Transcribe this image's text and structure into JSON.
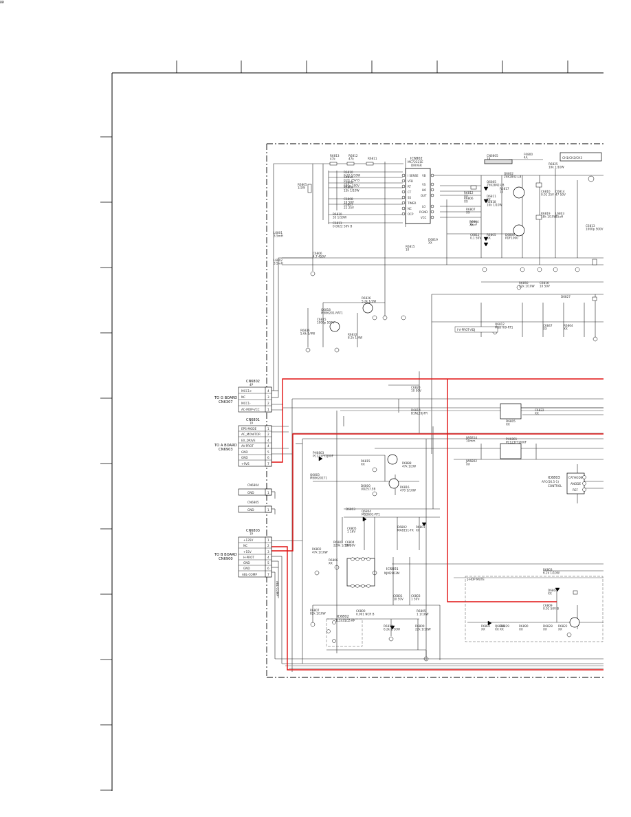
{
  "connectors": {
    "cn6802": {
      "ref": "CN6802",
      "pins_label": "4P",
      "board": "TO G BOARD",
      "board_ref": "CN6307",
      "pins": [
        {
          "name": "MCC1+",
          "num": "4"
        },
        {
          "name": "NC",
          "num": "3"
        },
        {
          "name": "MCC1-",
          "num": "2"
        },
        {
          "name": "AC-MOP-VCC",
          "num": "1"
        }
      ]
    },
    "cn6801": {
      "ref": "CN6801",
      "pins_label": "7P",
      "board": "TO A BOARD",
      "board_ref": "CN6903",
      "pins": [
        {
          "name": "EPS-MODE",
          "num": "1"
        },
        {
          "name": "AC_MONITOR",
          "num": "2"
        },
        {
          "name": "EX_DRIVE",
          "num": "4"
        },
        {
          "name": "AV-PROT",
          "num": "4"
        },
        {
          "name": "GND",
          "num": "5"
        },
        {
          "name": "GND",
          "num": "6"
        },
        {
          "name": "+9VS",
          "num": "7"
        }
      ]
    },
    "cn6804": {
      "ref": "CN6804",
      "pins": [
        {
          "name": "GND",
          "num": "1"
        }
      ]
    },
    "cn6805": {
      "ref": "CN6805",
      "pins": [
        {
          "name": "GND",
          "num": "1"
        }
      ]
    },
    "cn6803": {
      "ref": "CN6803",
      "pins_label": "7P",
      "board": "TO B BOARD",
      "board_ref": "CN6900",
      "pins": [
        {
          "name": "+135V",
          "num": "1"
        },
        {
          "name": "NC",
          "num": "2"
        },
        {
          "name": "+15V",
          "num": "3"
        },
        {
          "name": "H-PROT",
          "num": "4"
        },
        {
          "name": "GND",
          "num": "5"
        },
        {
          "name": "GND",
          "num": "6"
        },
        {
          "name": "ABL-COMP",
          "num": "7"
        }
      ]
    }
  },
  "ics": {
    "ic6802": {
      "ref": "IC6802",
      "part": "MC72221E",
      "desc": "DRIVER",
      "left_pins": [
        "I SENSE",
        "VFB",
        "RT",
        "CT",
        "SS",
        "TIMER",
        "NC",
        "OCP"
      ],
      "right_pins": [
        "VB",
        "VS",
        "HO",
        "OUT",
        "LO",
        "P.GND",
        "VCC"
      ]
    },
    "ic6803": {
      "ref": "IC6803",
      "part": "AFC(56.5-1)",
      "desc": "CONTROL"
    },
    "ic6801": {
      "ref": "IC6801",
      "part": "NJM2903M"
    },
    "ic6802b": {
      "ref": "IC6802",
      "part": "TL1431CZ-AP"
    }
  },
  "components": [
    {
      "ref": "R6813",
      "val": "47k"
    },
    {
      "ref": "R6812",
      "val": "47k"
    },
    {
      "ref": "R6811",
      "val": ""
    },
    {
      "ref": "R6810",
      "val": "0.22 1/10W"
    },
    {
      "ref": "C6810",
      "val": "0.01 25V B"
    },
    {
      "ref": "C6809",
      "val": "680p 100V"
    },
    {
      "ref": "R6808",
      "val": "15k 1/10W"
    },
    {
      "ref": "C6808",
      "val": "10 50V"
    },
    {
      "ref": "C6807",
      "val": "22 25V"
    },
    {
      "ref": "R6810",
      "val": "33 1/10W"
    },
    {
      "ref": "C6811",
      "val": "0.0022 50V B"
    },
    {
      "ref": "R6805",
      "val": "1/2W"
    },
    {
      "ref": "L6801",
      "val": "3.5mH"
    },
    {
      "ref": "L6802",
      "val": "3.5mH"
    },
    {
      "ref": "C6806",
      "val": "4.7 450V"
    },
    {
      "ref": "CN6805",
      "val": "1P"
    },
    {
      "ref": "F6800",
      "val": "4A"
    },
    {
      "ref": "Q6802",
      "val": "2SK2842-LB"
    },
    {
      "ref": "Q6805",
      "val": "2SK2842-LB"
    },
    {
      "ref": "R6817",
      "val": "10"
    },
    {
      "ref": "D6811",
      "val": "XX"
    },
    {
      "ref": "R6818",
      "val": "10k 1/10W"
    },
    {
      "ref": "R6812",
      "val": "XX"
    },
    {
      "ref": "R6806",
      "val": "XX"
    },
    {
      "ref": "R6807",
      "val": "XX"
    },
    {
      "ref": "R6804",
      "val": "XX"
    },
    {
      "ref": "R6805",
      "val": "XX"
    },
    {
      "ref": "C6812",
      "val": "0.1 50V"
    },
    {
      "ref": "D6806",
      "val": "PDF1000"
    },
    {
      "ref": "D6819",
      "val": "XX"
    },
    {
      "ref": "R6815",
      "val": "10"
    },
    {
      "ref": "R6825",
      "val": "10k 1/10W"
    },
    {
      "ref": "C6810",
      "val": "0.01 25V"
    },
    {
      "ref": "C6814",
      "val": "47 50V"
    },
    {
      "ref": "R6819",
      "val": "18k 1/10W"
    },
    {
      "ref": "L6803",
      "val": "25uH"
    },
    {
      "ref": "C6813",
      "val": "1000p 500V"
    },
    {
      "ref": "R6826",
      "val": "5.2k 1/2W"
    },
    {
      "ref": "R6832",
      "val": "8.2k 1/4W"
    },
    {
      "ref": "C6815",
      "val": "1000p 500V"
    },
    {
      "ref": "R6836",
      "val": "5.6k 1/4W"
    },
    {
      "ref": "Q6812",
      "val": "MSB709-RT1"
    },
    {
      "ref": "Q6818",
      "val": "MSB6201-RAT1"
    },
    {
      "ref": "D6827",
      "val": ""
    },
    {
      "ref": "R6850",
      "val": "22k 1/10W"
    },
    {
      "ref": "C6816",
      "val": "10 50V"
    },
    {
      "ref": "C6820",
      "val": "10 50V"
    },
    {
      "ref": "D6814",
      "val": "B1NL20J-TR"
    },
    {
      "ref": "D6805",
      "val": "XX"
    },
    {
      "ref": "C6822",
      "val": "XX"
    },
    {
      "ref": "JW6814",
      "val": "10mm"
    },
    {
      "ref": "JW6802",
      "val": "XX"
    },
    {
      "ref": "PH6801",
      "val": "PC123FY2J00F"
    },
    {
      "ref": "PH6803",
      "val": "PC123FY2J00F"
    },
    {
      "ref": "R6888",
      "val": "47k 1/2W"
    },
    {
      "ref": "R6816",
      "val": "470 1/10W"
    },
    {
      "ref": "R6815",
      "val": "XX"
    },
    {
      "ref": "D6800",
      "val": "UDZS7.5B"
    },
    {
      "ref": "Q6803",
      "val": "MSB6201T1"
    },
    {
      "ref": "Q6804",
      "val": "MSD601-RT1"
    },
    {
      "ref": "C6805",
      "val": "1 16V"
    },
    {
      "ref": "C6804",
      "val": "10 16V"
    },
    {
      "ref": "R6881",
      "val": "220k 1/10W"
    },
    {
      "ref": "D6803",
      "val": ""
    },
    {
      "ref": "D6802",
      "val": "MA8151-TX"
    },
    {
      "ref": "R6801",
      "val": "XX"
    },
    {
      "ref": "R6802",
      "val": "47k 1/10W"
    },
    {
      "ref": "R6806",
      "val": "XX"
    },
    {
      "ref": "R6807",
      "val": "82k 1/10W"
    },
    {
      "ref": "C6801",
      "val": "10 50V"
    },
    {
      "ref": "C6803",
      "val": "1 50V"
    },
    {
      "ref": "C6800",
      "val": "0.001 NCR B"
    },
    {
      "ref": "R6805",
      "val": "1 1/10W"
    },
    {
      "ref": "R6814",
      "val": "6.2k 1/10W"
    },
    {
      "ref": "R6809",
      "val": "22k 1/10W"
    },
    {
      "ref": "R6803",
      "val": "6.2k 1/10W"
    },
    {
      "ref": "D6804",
      "val": "XX"
    },
    {
      "ref": "C6809",
      "val": "0.01 50V B"
    },
    {
      "ref": "R6891",
      "val": "XX"
    },
    {
      "ref": "D6829",
      "val": "XX"
    },
    {
      "ref": "R6890",
      "val": "XX"
    },
    {
      "ref": "D6828",
      "val": "XX"
    },
    {
      "ref": "R6822",
      "val": "XX"
    },
    {
      "ref": "C6847",
      "val": "XX"
    },
    {
      "ref": "R6864",
      "val": "XX"
    },
    {
      "ref": "Q6814",
      "val": "XX"
    },
    {
      "ref": "R6828",
      "val": "XX"
    },
    {
      "ref": "R6827",
      "val": "XX"
    },
    {
      "ref": "D6828",
      "val": "XX"
    }
  ],
  "labels": {
    "v_prot_adj": "I-V-PROT-ADJ",
    "j_hop_mute": "J-HOP MUTE",
    "abl_comp": "ABL-COMP",
    "ch_header": "CH1/CH2/CH3",
    "anode": "ANODE",
    "ref": "REF",
    "cathode": "CATHODE"
  }
}
